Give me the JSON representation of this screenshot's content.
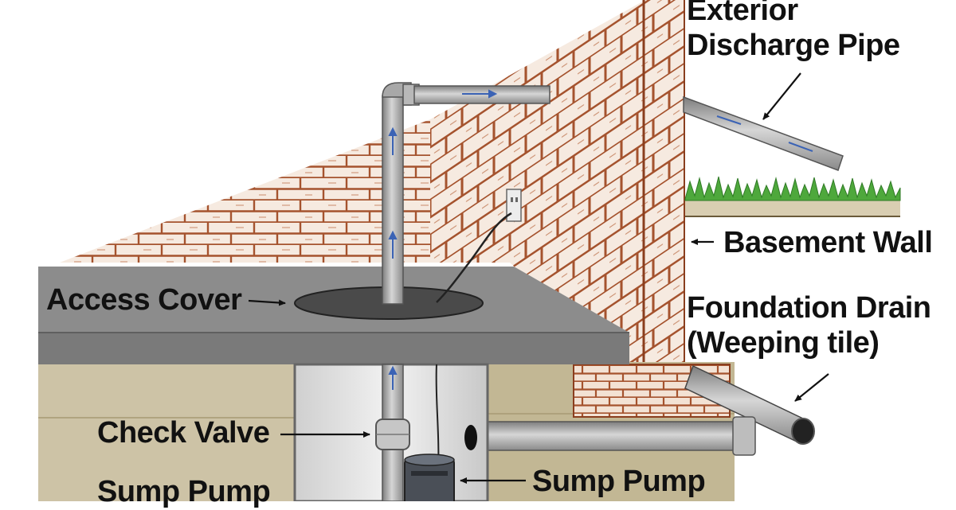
{
  "colors": {
    "brick_mortar": "#f6eae0",
    "brick_line": "#a5532e",
    "floor_slab": "#8c8c8c",
    "soil": "#cdc3a6",
    "pipe": "#b0b0b0",
    "grass": "#4ea83c"
  },
  "labels": {
    "exterior_discharge_pipe": [
      "Exterior",
      "Discharge Pipe"
    ],
    "basement_wall": "Basement Wall",
    "foundation_drain": [
      "Foundation Drain",
      "(Weeping tile)"
    ],
    "access_cover": "Access Cover",
    "check_valve": "Check Valve",
    "sump_pump_right": "Sump Pump",
    "sump_pump_left": "Sump Pump"
  },
  "icons": {
    "flow_arrow": "flow-arrow-icon",
    "wall_outlet": "electrical-outlet-icon"
  }
}
